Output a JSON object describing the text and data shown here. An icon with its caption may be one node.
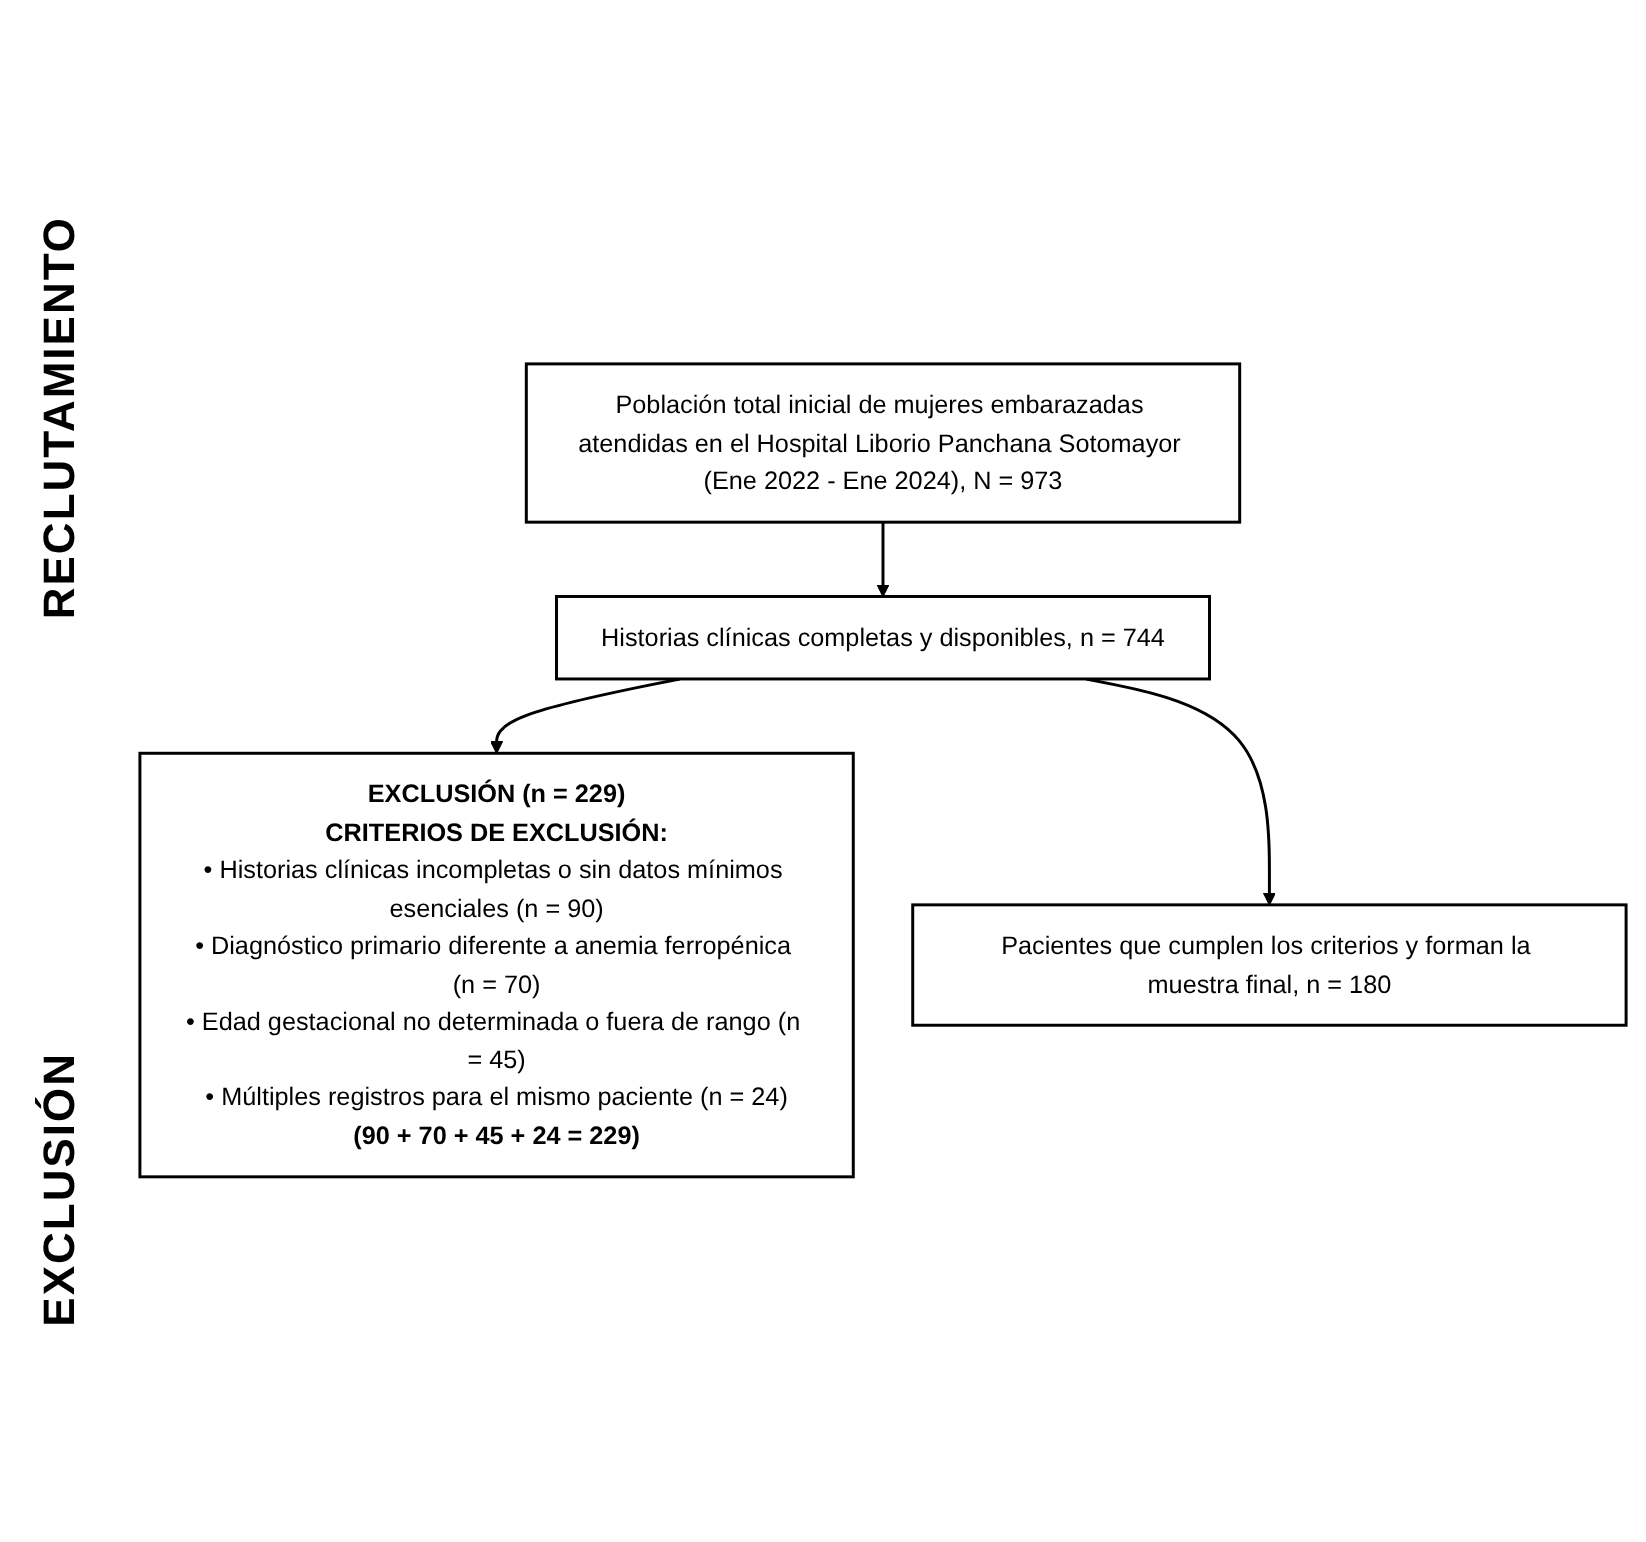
{
  "diagram": {
    "nodes": [
      {
        "text": [
          "Población total inicial de mujeres embarazadas atendidas en el Hospital Liborio Panchana Sotomayor (Ene 2022 - Ene 2024), N = 973"
        ]
      },
      {
        "text": [
          "Historias clínicas completas y disponibles, n = 744"
        ]
      },
      {
        "text": [
          "EXCLUSIÓN (n = 229)",
          "CRITERIOS DE EXCLUSIÓN:",
          "• Historias clínicas incompletas o sin datos mínimos esenciales (n = 90)",
          "• Diagnóstico primario diferente a anemia ferropénica (n = 70)",
          "• Edad gestacional no determinada o fuera de rango (n = 45)",
          "• Múltiples registros para el mismo paciente (n = 24)",
          "(90 + 70 + 45 + 24 = 229)"
        ]
      },
      {
        "text": [
          "Pacientes que cumplen los criterios y forman la muestra final, n = 180"
        ]
      }
    ],
    "edges": [
      {
        "from": 0,
        "to": 1,
        "arrow": "to"
      },
      {
        "from": 1,
        "to": 2,
        "arrow": "to"
      },
      {
        "from": 1,
        "to": 3,
        "arrow": "to"
      }
    ],
    "labels": [
      "RECLUTAMIENTO",
      "EXCLUSIÓN"
    ]
  }
}
